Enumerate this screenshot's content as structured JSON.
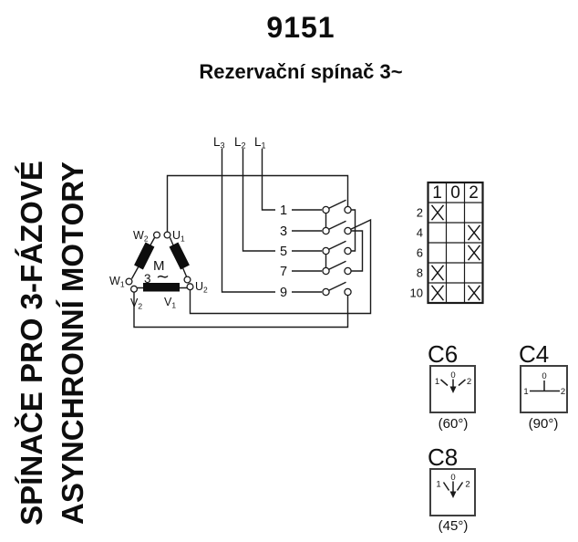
{
  "page": {
    "title": "9151",
    "subtitle": "Rezervační spínač 3~"
  },
  "side_label": {
    "line1": "SPÍNAČE PRO 3-FÁZOVÉ",
    "line2": "ASYNCHRONNÍ MOTORY"
  },
  "circuit": {
    "phase_lines": [
      {
        "base": "L",
        "sub": "3"
      },
      {
        "base": "L",
        "sub": "2"
      },
      {
        "base": "L",
        "sub": "1"
      }
    ],
    "contact_numbers": [
      "1",
      "3",
      "5",
      "7",
      "9"
    ],
    "motor": {
      "label": "M",
      "phase_count": "3",
      "wave": "∼",
      "terminals": [
        {
          "base": "W",
          "sub": "2"
        },
        {
          "base": "U",
          "sub": "1"
        },
        {
          "base": "W",
          "sub": "1"
        },
        {
          "base": "V",
          "sub": "2"
        },
        {
          "base": "V",
          "sub": "1"
        },
        {
          "base": "U",
          "sub": "2"
        }
      ]
    }
  },
  "contact_table": {
    "columns": [
      "1",
      "0",
      "2"
    ],
    "rows": [
      {
        "label": "2",
        "marks": [
          true,
          false,
          false
        ]
      },
      {
        "label": "4",
        "marks": [
          false,
          false,
          true
        ]
      },
      {
        "label": "6",
        "marks": [
          false,
          false,
          true
        ]
      },
      {
        "label": "8",
        "marks": [
          true,
          false,
          false
        ]
      },
      {
        "label": "10",
        "marks": [
          true,
          false,
          true
        ]
      }
    ]
  },
  "switch_variants": [
    {
      "name": "C6",
      "angle": "(60°)",
      "positions": {
        "zero": "0",
        "one": "1",
        "two": "2"
      }
    },
    {
      "name": "C4",
      "angle": "(90°)",
      "positions": {
        "zero": "0",
        "one": "1",
        "two": "2"
      }
    },
    {
      "name": "C8",
      "angle": "(45°)",
      "positions": {
        "zero": "0",
        "one": "1",
        "two": "2"
      }
    }
  ]
}
